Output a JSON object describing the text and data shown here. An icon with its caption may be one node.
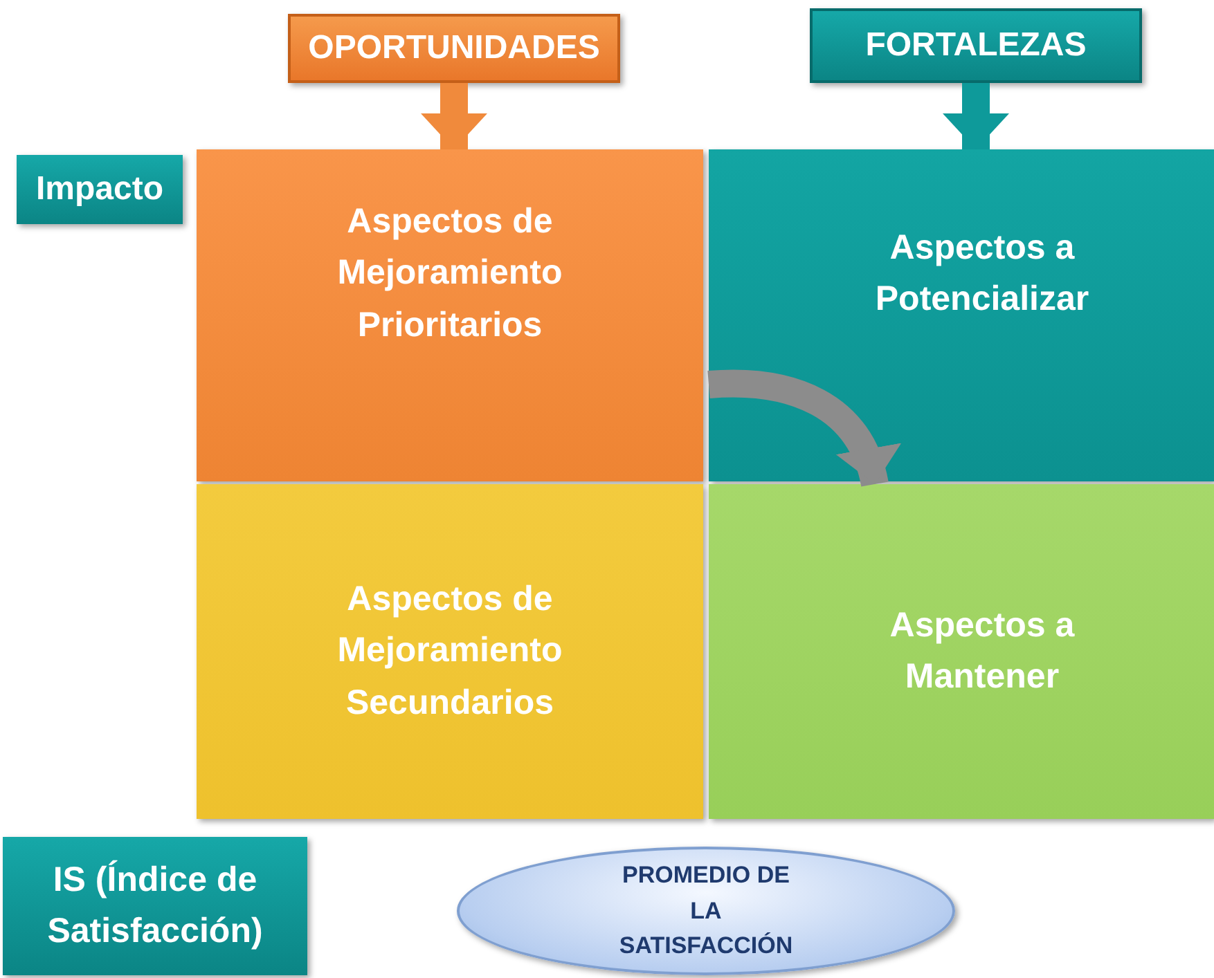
{
  "diagram": {
    "nodes": [
      {
        "text": [
          "OPORTUNIDADES"
        ]
      },
      {
        "text": [
          "FORTALEZAS"
        ]
      },
      {
        "text": [
          "Impacto"
        ]
      },
      {
        "text": [
          "Aspectos de Mejoramiento Prioritarios"
        ]
      },
      {
        "text": [
          "Aspectos a Potencializar"
        ]
      },
      {
        "text": [
          "Aspectos de Mejoramiento Secundarios"
        ]
      },
      {
        "text": [
          "Aspectos a Mantener"
        ]
      },
      {
        "text": [
          "IS (Índice de Satisfacción)"
        ]
      },
      {
        "text": [
          "PROMEDIO DE LA SATISFACCIÓN"
        ]
      }
    ],
    "edges": [
      {
        "from": 0,
        "to": 3,
        "arrow": "to",
        "color": "#f08a3c"
      },
      {
        "from": 1,
        "to": 4,
        "arrow": "to",
        "color": "#0e9a9a"
      },
      {
        "from": 4,
        "to": 6,
        "arrow": "to",
        "color": "#8c8c8c"
      }
    ]
  }
}
